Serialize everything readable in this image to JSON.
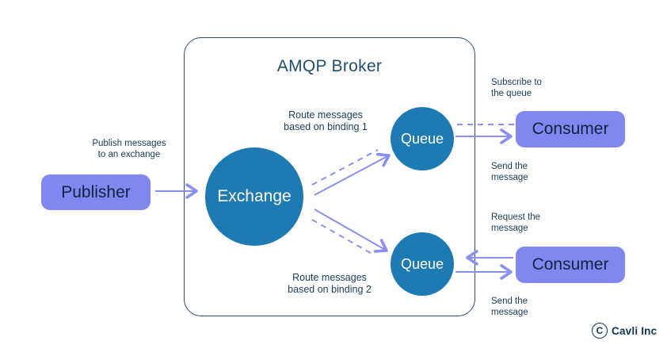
{
  "diagram": {
    "broker": {
      "title": "AMQP Broker"
    },
    "nodes": {
      "publisher": {
        "label": "Publisher",
        "shape": "rounded-rect",
        "color": "#8287ef"
      },
      "exchange": {
        "label": "Exchange",
        "shape": "circle",
        "color": "#1d7ab2"
      },
      "queue_top": {
        "label": "Queue",
        "shape": "circle",
        "color": "#1d7ab2"
      },
      "queue_bottom": {
        "label": "Queue",
        "shape": "circle",
        "color": "#1d7ab2"
      },
      "consumer_top": {
        "label": "Consumer",
        "shape": "rounded-rect",
        "color": "#8287ef"
      },
      "consumer_bottom": {
        "label": "Consumer",
        "shape": "rounded-rect",
        "color": "#8287ef"
      }
    },
    "labels": {
      "publish": "Publish messages\nto an exchange",
      "route_binding_1": "Route messages\nbased on binding 1",
      "route_binding_2": "Route messages\nbased on binding 2",
      "subscribe": "Subscribe to\nthe queue",
      "send_top": "Send the\nmessage",
      "request": "Request the\nmessage",
      "send_bottom": "Send the\nmessage"
    },
    "edges": [
      {
        "from": "publisher",
        "to": "exchange",
        "style": "solid",
        "label": "Publish messages to an exchange"
      },
      {
        "from": "exchange",
        "to": "queue_top",
        "style": "solid+dashed",
        "label": "Route messages based on binding 1"
      },
      {
        "from": "exchange",
        "to": "queue_bottom",
        "style": "solid+dashed",
        "label": "Route messages based on binding 2"
      },
      {
        "from": "queue_top",
        "to": "consumer_top",
        "style": "dashed",
        "label": "Subscribe to the queue"
      },
      {
        "from": "queue_top",
        "to": "consumer_top",
        "style": "solid",
        "label": "Send the message"
      },
      {
        "from": "consumer_bottom",
        "to": "queue_bottom",
        "style": "solid",
        "label": "Request the message"
      },
      {
        "from": "queue_bottom",
        "to": "consumer_bottom",
        "style": "solid",
        "label": "Send the message"
      }
    ],
    "colors": {
      "node_pill": "#8287ef",
      "node_circle": "#1d7ab2",
      "arrow": "#8a8ff3",
      "label_text": "#1b3b58",
      "title_text": "#1f4e6e",
      "border": "#2f4a63",
      "circle_text": "#ffffff",
      "pill_text": "#16203f"
    }
  },
  "footer": {
    "logo_icon": "C",
    "logo_text": "Cavli Inc"
  }
}
